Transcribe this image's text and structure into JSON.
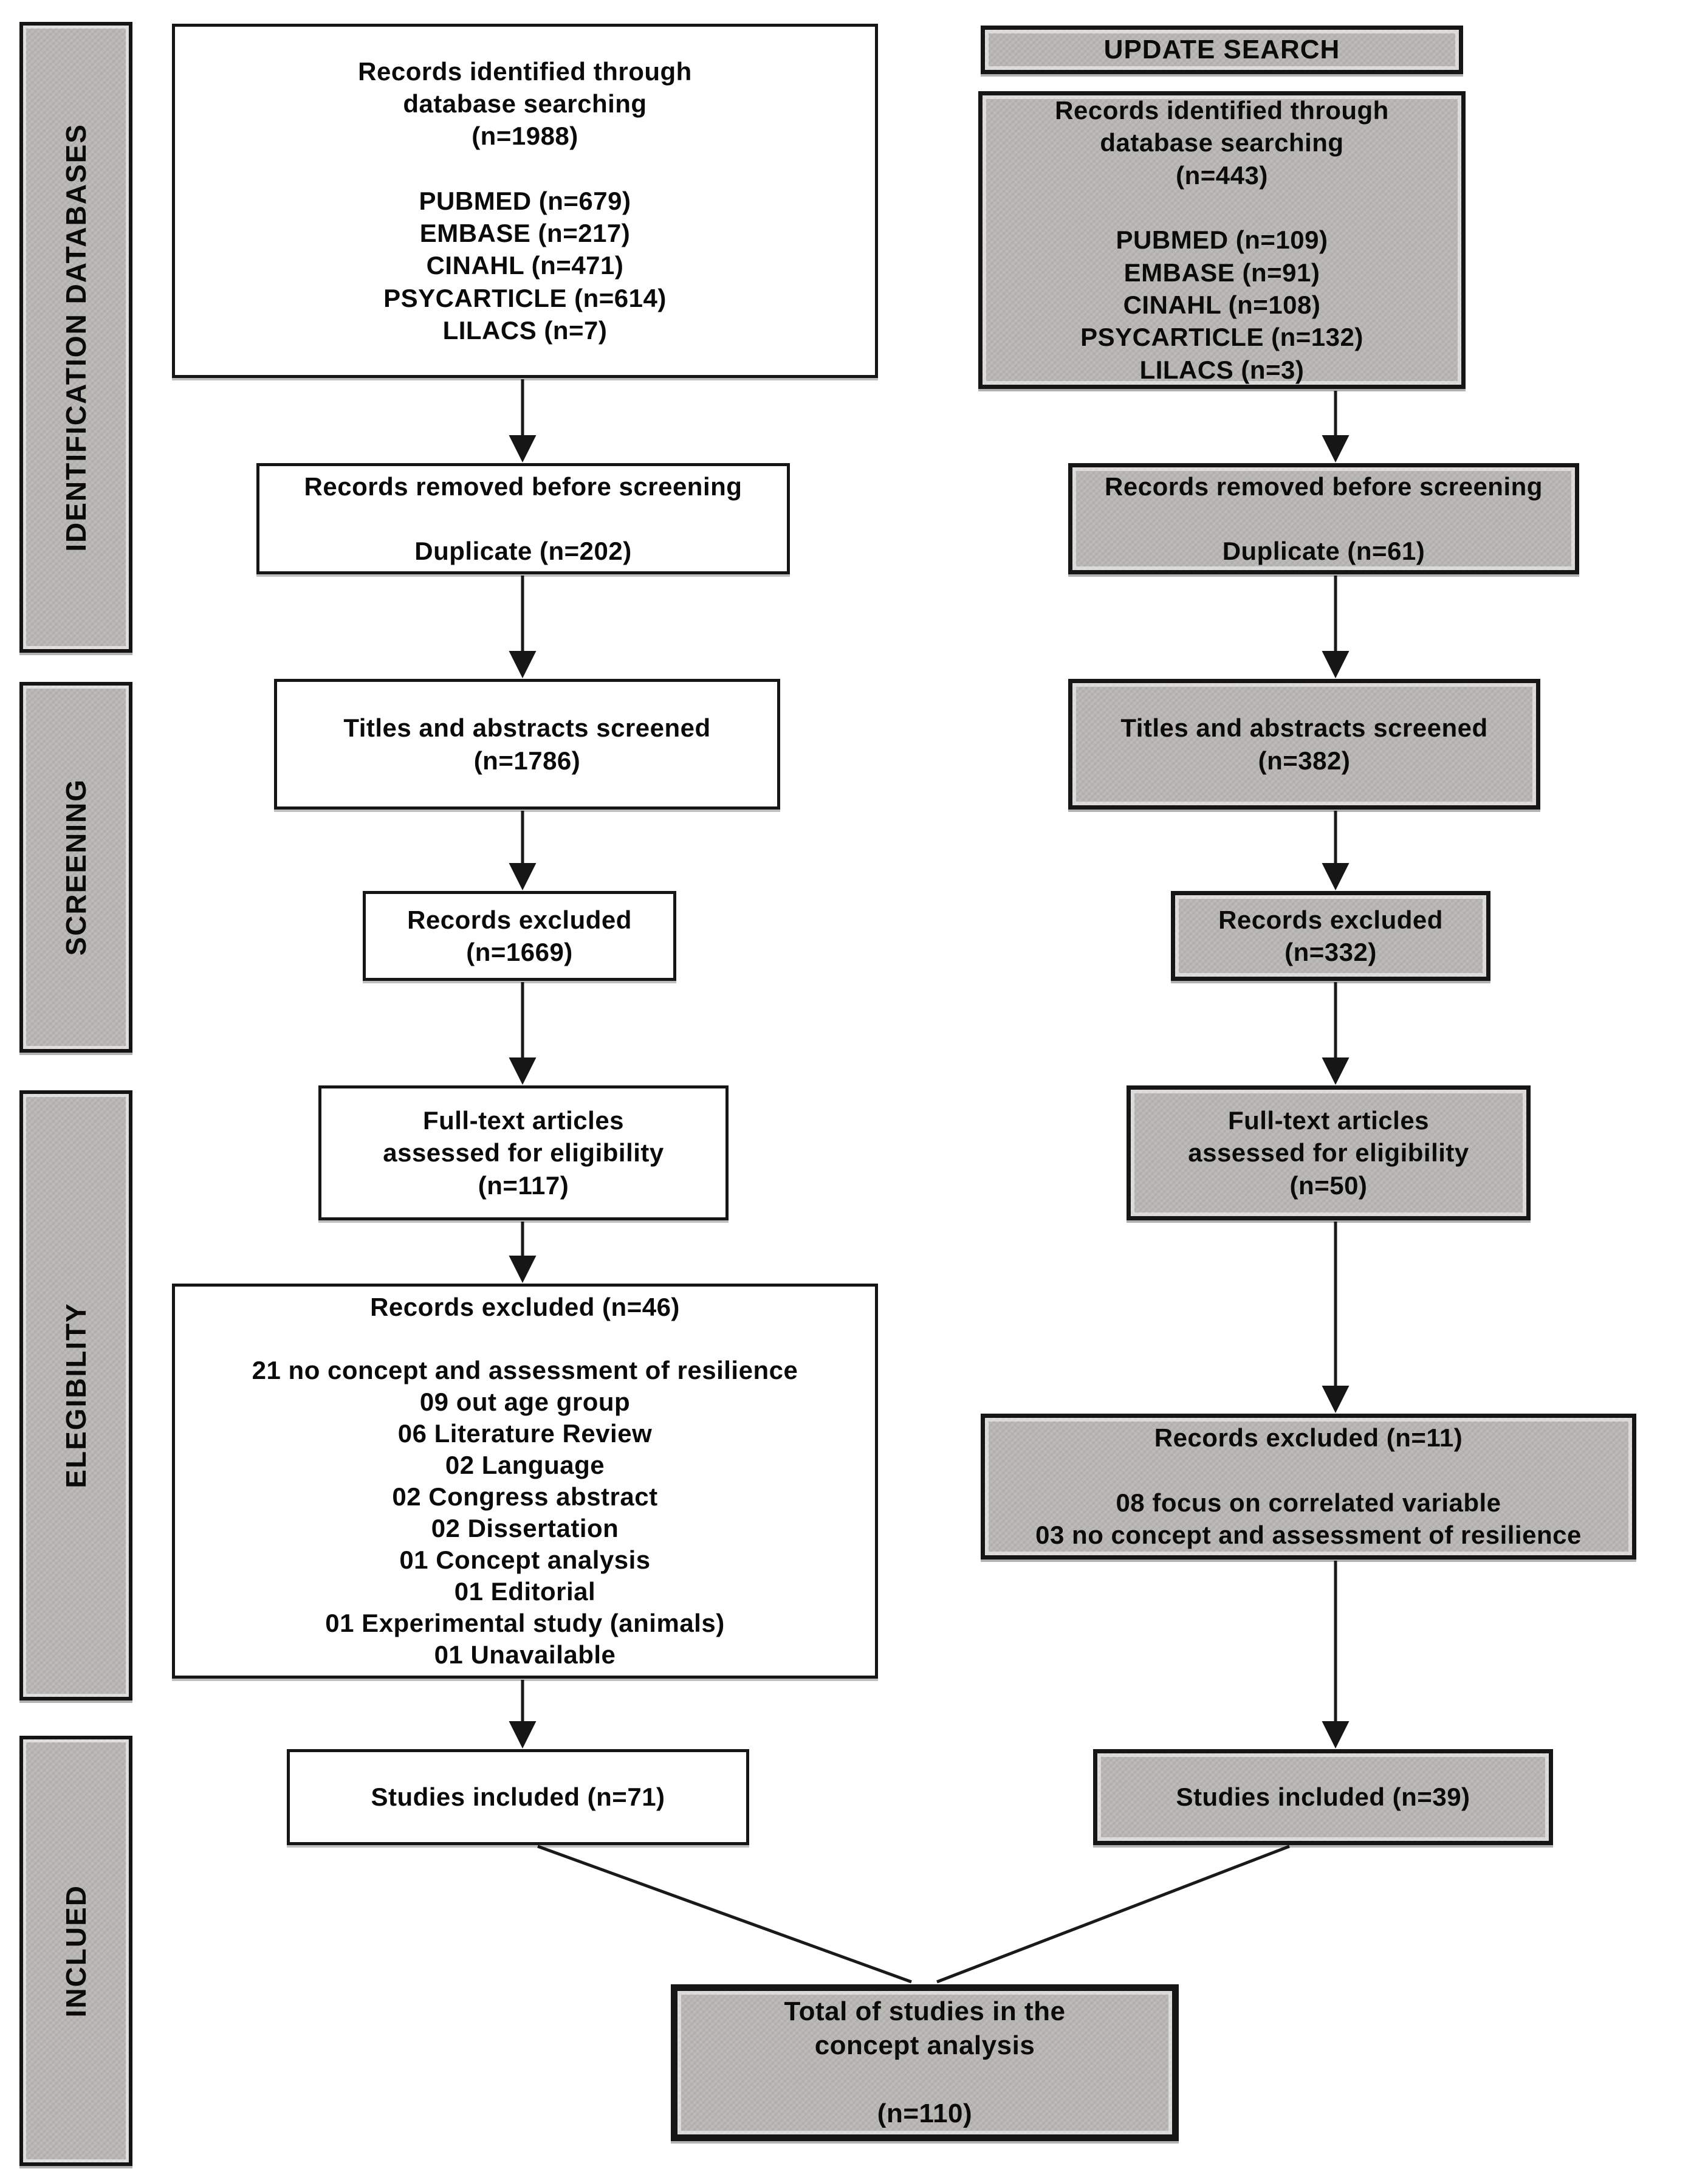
{
  "colors": {
    "box_gray": "#b9b7b4",
    "border_black": "#161616",
    "background": "#ffffff",
    "text": "#0b0b0b"
  },
  "sidebar": {
    "identification": "IDENTIFICATION DATABASES",
    "screening": "SCREENING",
    "eligibility": "ELEGIBILITY",
    "included": "INCLUED"
  },
  "initial_search": {
    "records_identified": "Records identified through\ndatabase searching\n(n=1988)\n\nPUBMED (n=679)\nEMBASE (n=217)\nCINAHL (n=471)\nPSYCARTICLE (n=614)\nLILACS (n=7)",
    "records_removed": "Records removed before screening\n\nDuplicate (n=202)",
    "titles_screened": "Titles and abstracts screened\n(n=1786)",
    "records_excluded": "Records excluded\n(n=1669)",
    "fulltext_assessed": "Full-text articles\nassessed for eligibility\n(n=117)",
    "fulltext_excluded": "Records excluded (n=46)\n\n21 no concept and assessment of resilience\n09 out age group\n06 Literature Review\n02 Language\n02 Congress abstract\n02 Dissertation\n01 Concept analysis\n01 Editorial\n01 Experimental study (animals)\n01 Unavailable",
    "studies_included": "Studies included (n=71)"
  },
  "update_search": {
    "header": "UPDATE SEARCH",
    "records_identified": "Records identified through\ndatabase searching\n(n=443)\n\nPUBMED (n=109)\nEMBASE (n=91)\nCINAHL (n=108)\nPSYCARTICLE (n=132)\nLILACS (n=3)",
    "records_removed": "Records removed before screening\n\nDuplicate (n=61)",
    "titles_screened": "Titles and abstracts screened\n(n=382)",
    "records_excluded": "Records excluded\n(n=332)",
    "fulltext_assessed": "Full-text articles\nassessed for eligibility\n(n=50)",
    "fulltext_excluded": "Records excluded (n=11)\n\n08 focus on correlated variable\n03 no concept and assessment of resilience",
    "studies_included": "Studies included (n=39)"
  },
  "total": "Total of studies in the\nconcept analysis\n\n(n=110)"
}
